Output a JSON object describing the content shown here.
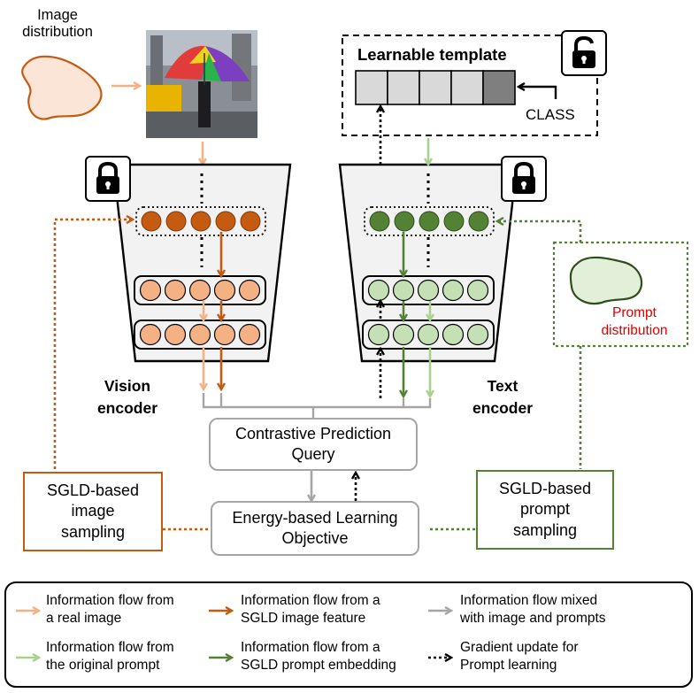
{
  "image_distribution_label": [
    "Image",
    "distribution"
  ],
  "learnable_template": {
    "title": "Learnable template",
    "class_label": "CLASS"
  },
  "vision_encoder_label": [
    "Vision",
    "encoder"
  ],
  "text_encoder_label": [
    "Text",
    "encoder"
  ],
  "prompt_distribution_label": [
    "Prompt",
    "distribution"
  ],
  "contrastive_box": [
    "Contrastive Prediction",
    "Query"
  ],
  "energy_box": [
    "Energy-based Learning",
    "Objective"
  ],
  "sgld_image_box": [
    "SGLD-based",
    "image",
    "sampling"
  ],
  "sgld_prompt_box": [
    "SGLD-based",
    "prompt",
    "sampling"
  ],
  "legend": {
    "items": [
      {
        "text": [
          "Information flow from",
          "a real image"
        ]
      },
      {
        "text": [
          "Information flow from a",
          "SGLD image feature"
        ]
      },
      {
        "text": [
          "Information flow mixed",
          "with image and prompts"
        ]
      },
      {
        "text": [
          "Information flow from",
          "the original prompt"
        ]
      },
      {
        "text": [
          "Information flow from a",
          "SGLD prompt embedding"
        ]
      },
      {
        "text": [
          "Gradient update for",
          "Prompt learning"
        ]
      }
    ]
  },
  "colors": {
    "light_orange": "#f4b183",
    "dark_orange": "#c55a11",
    "gray": "#a6a6a6",
    "light_green": "#a9d18e",
    "dark_green": "#548235",
    "red_text": "#e00000"
  }
}
